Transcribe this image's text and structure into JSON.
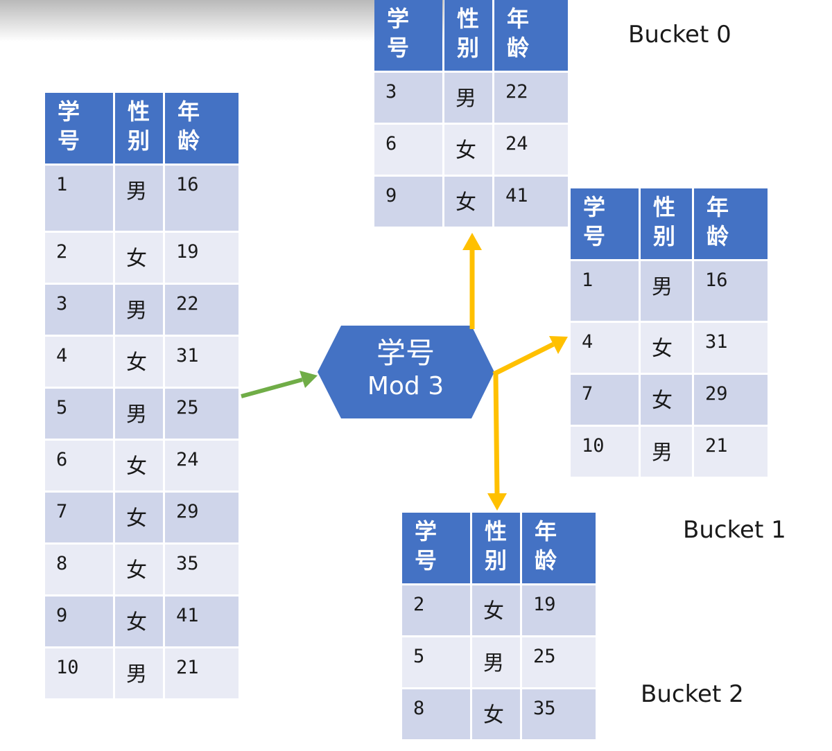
{
  "columns": [
    "学号",
    "性别",
    "年龄"
  ],
  "source_table": {
    "rows": [
      [
        "1",
        "男",
        "16"
      ],
      [
        "2",
        "女",
        "19"
      ],
      [
        "3",
        "男",
        "22"
      ],
      [
        "4",
        "女",
        "31"
      ],
      [
        "5",
        "男",
        "25"
      ],
      [
        "6",
        "女",
        "24"
      ],
      [
        "7",
        "女",
        "29"
      ],
      [
        "8",
        "女",
        "35"
      ],
      [
        "9",
        "女",
        "41"
      ],
      [
        "10",
        "男",
        "21"
      ]
    ]
  },
  "hash_node": {
    "line1": "学号",
    "line2": "Mod 3"
  },
  "buckets": [
    {
      "label": "Bucket 0",
      "rows": [
        [
          "3",
          "男",
          "22"
        ],
        [
          "6",
          "女",
          "24"
        ],
        [
          "9",
          "女",
          "41"
        ]
      ]
    },
    {
      "label": "Bucket 1",
      "rows": [
        [
          "1",
          "男",
          "16"
        ],
        [
          "4",
          "女",
          "31"
        ],
        [
          "7",
          "女",
          "29"
        ],
        [
          "10",
          "男",
          "21"
        ]
      ]
    },
    {
      "label": "Bucket 2",
      "rows": [
        [
          "2",
          "女",
          "19"
        ],
        [
          "5",
          "男",
          "25"
        ],
        [
          "8",
          "女",
          "35"
        ]
      ]
    }
  ],
  "colors": {
    "header": "#4472c4",
    "row_dark": "#cfd5ea",
    "row_light": "#e9ebf5",
    "input_arrow": "#70ad47",
    "output_arrow": "#ffc000",
    "hex_fill": "#4472c4"
  }
}
